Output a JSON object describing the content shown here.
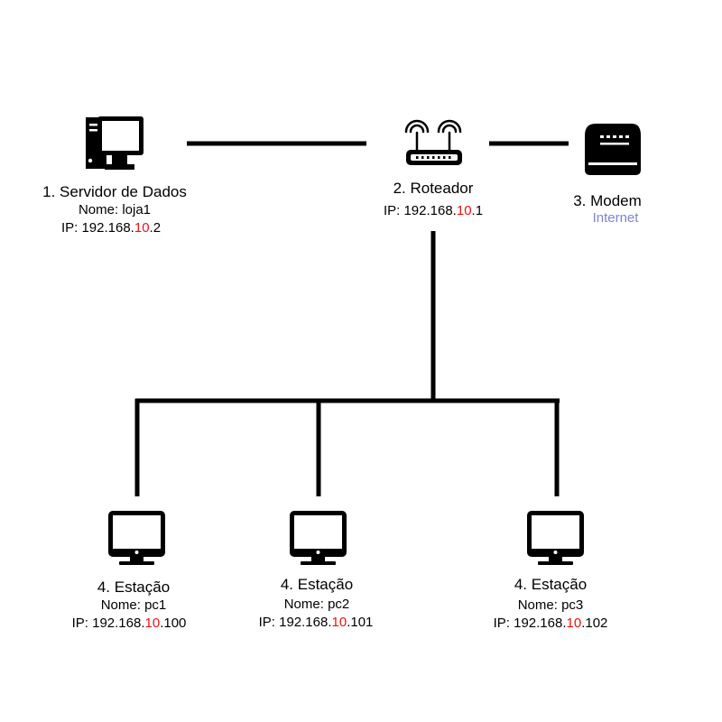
{
  "colors": {
    "line": "#000000",
    "ip_highlight": "#ee1111",
    "internet": "#7b86d6"
  },
  "server": {
    "icon": "desktop-tower-icon",
    "title": "1. Servidor de Dados",
    "name": "Nome: loja1",
    "ip": {
      "prefix": "IP: 192.168.",
      "highlight": "10",
      "suffix": ".2"
    }
  },
  "router": {
    "icon": "wifi-router-icon",
    "title": "2. Roteador",
    "ip": {
      "prefix": "IP: 192.168.",
      "highlight": "10",
      "suffix": ".1"
    }
  },
  "modem": {
    "icon": "modem-icon",
    "title": "3. Modem",
    "link": "Internet"
  },
  "stations": [
    {
      "icon": "monitor-icon",
      "title": "4. Estação",
      "name": "Nome: pc1",
      "ip": {
        "prefix": "IP: 192.168.",
        "highlight": "10",
        "suffix": ".100"
      }
    },
    {
      "icon": "monitor-icon",
      "title": "4. Estação",
      "name": "Nome: pc2",
      "ip": {
        "prefix": "IP: 192.168.",
        "highlight": "10",
        "suffix": ".101"
      }
    },
    {
      "icon": "monitor-icon",
      "title": "4. Estação",
      "name": "Nome: pc3",
      "ip": {
        "prefix": "IP: 192.168.",
        "highlight": "10",
        "suffix": ".102"
      }
    }
  ]
}
